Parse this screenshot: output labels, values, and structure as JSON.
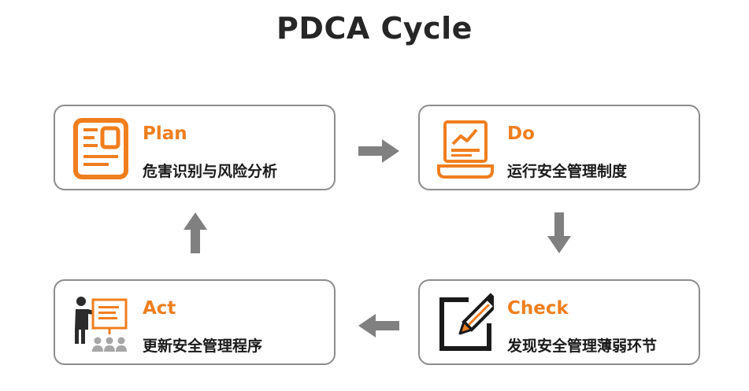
{
  "title": "PDCA Cycle",
  "colors": {
    "accent": "#f07e1e",
    "border": "#8c8c8c",
    "arrow": "#808080",
    "text": "#1a1a1a"
  },
  "cards": {
    "plan": {
      "heading": "Plan",
      "desc": "危害识别与风险分析",
      "icon": "document-icon"
    },
    "do": {
      "heading": "Do",
      "desc": "运行安全管理制度",
      "icon": "laptop-chart-icon"
    },
    "check": {
      "heading": "Check",
      "desc": "发现安全管理薄弱环节",
      "icon": "edit-pencil-icon"
    },
    "act": {
      "heading": "Act",
      "desc": "更新安全管理程序",
      "icon": "presenter-icon"
    }
  },
  "arrows": [
    "arrow-right-icon",
    "arrow-down-icon",
    "arrow-left-icon",
    "arrow-up-icon"
  ]
}
